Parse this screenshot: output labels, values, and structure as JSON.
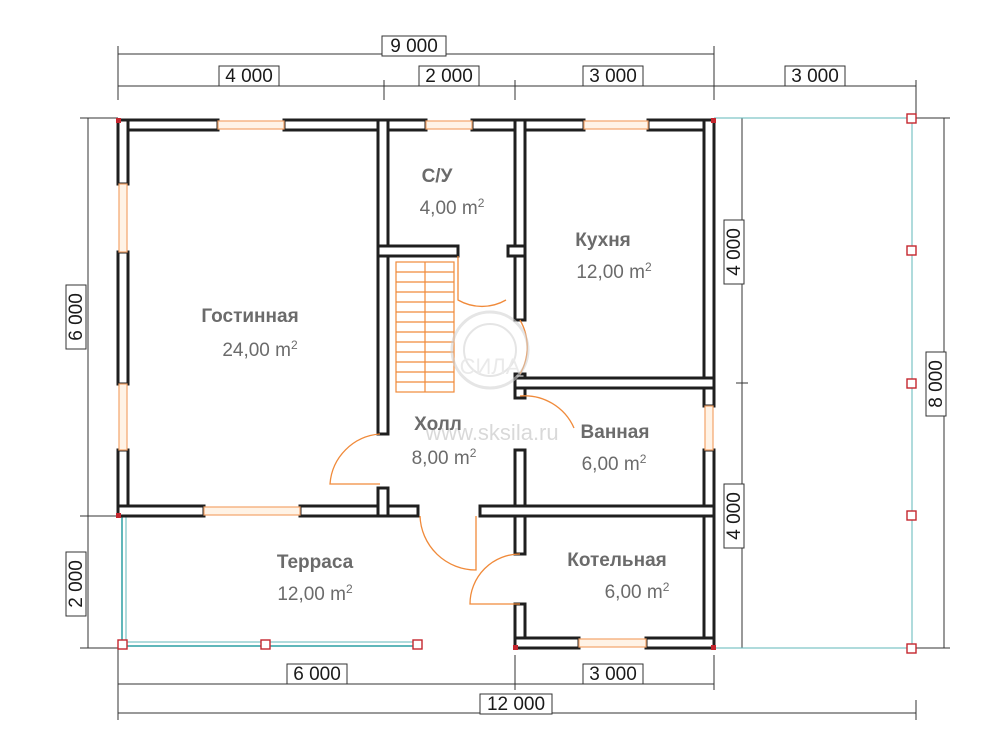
{
  "dimensions": {
    "top_total": "9 000",
    "top_seg1": "4 000",
    "top_seg2": "2 000",
    "top_seg3": "3 000",
    "top_seg4": "3 000",
    "left_upper": "6 000",
    "left_lower": "2 000",
    "right_upper": "4 000",
    "right_lower": "4 000",
    "right_total": "8 000",
    "bottom_seg1": "6 000",
    "bottom_seg2": "3 000",
    "bottom_total": "12 000"
  },
  "rooms": {
    "living": {
      "name": "Гостинная",
      "area": "24,00 m",
      "exp": "2"
    },
    "wc": {
      "name": "С/У",
      "area": "4,00 m",
      "exp": "2"
    },
    "kitchen": {
      "name": "Кухня",
      "area": "12,00 m",
      "exp": "2"
    },
    "hall": {
      "name": "Холл",
      "area": "8,00 m",
      "exp": "2"
    },
    "bath": {
      "name": "Ванная",
      "area": "6,00 m",
      "exp": "2"
    },
    "terrace": {
      "name": "Терраса",
      "area": "12,00 m",
      "exp": "2"
    },
    "boiler": {
      "name": "Котельная",
      "area": "6,00 m",
      "exp": "2"
    }
  },
  "watermark": "www.sksila.ru",
  "logo_text": "СИЛА",
  "colors": {
    "wall": "#1f1f1f",
    "window": "#f2a46a",
    "door": "#f08a3a",
    "post": "#c4262e",
    "railing": "#5fb7ba"
  }
}
